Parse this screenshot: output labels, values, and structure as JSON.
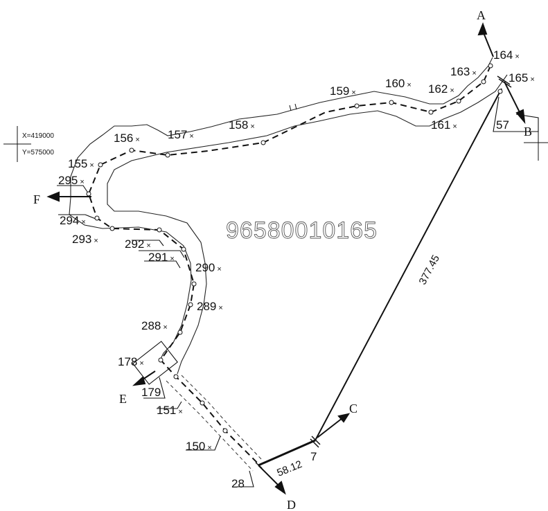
{
  "watermark": "96580010165",
  "coordinates": {
    "x": "X=419000",
    "y": "Y=575000"
  },
  "directions": {
    "a": "A",
    "b": "B",
    "c": "C",
    "d": "D",
    "e": "E",
    "f": "F"
  },
  "measurements": {
    "long_side": "377.45",
    "short_side": "58.12",
    "segment_7": "7",
    "segment_57": "57",
    "segment_28": "28",
    "segment_179": "179"
  },
  "points": {
    "p164": "164",
    "p165": "165",
    "p163": "163",
    "p162": "162",
    "p160": "160",
    "p159": "159",
    "p161": "161",
    "p158": "158",
    "p157": "157",
    "p156": "156",
    "p155": "155",
    "p295": "295",
    "p294": "294",
    "p293": "293",
    "p292": "292",
    "p291": "291",
    "p290": "290",
    "p289": "289",
    "p288": "288",
    "p178": "178",
    "p151": "151",
    "p150": "150"
  },
  "marker_symbol": "×"
}
